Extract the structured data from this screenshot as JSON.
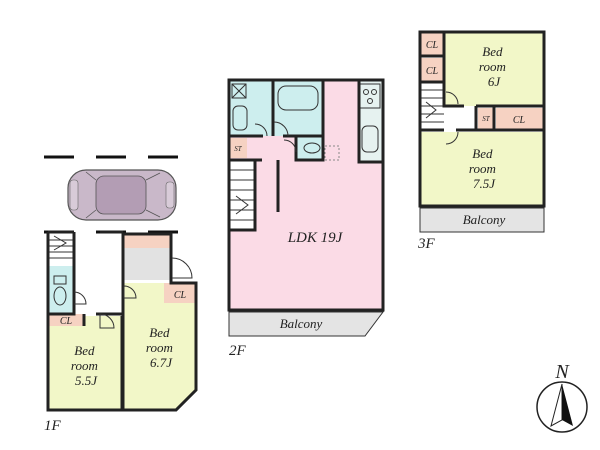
{
  "floors": {
    "f1": {
      "label": "1F",
      "bedroom_a": [
        "Bed",
        "room",
        "5.5J"
      ],
      "bedroom_b": [
        "Bed",
        "room",
        "6.7J"
      ],
      "closet_a": "CL",
      "closet_b": "CL"
    },
    "f2": {
      "label": "2F",
      "ldk": "LDK 19J",
      "storage": "ST",
      "balcony": "Balcony"
    },
    "f3": {
      "label": "3F",
      "bedroom_a": [
        "Bed",
        "room",
        "6J"
      ],
      "bedroom_b": [
        "Bed",
        "room",
        "7.5J"
      ],
      "closet_a": "CL",
      "closet_b": "CL",
      "closet_c": "CL",
      "storage": "ST",
      "balcony": "Balcony"
    }
  },
  "compass": {
    "label": "N"
  },
  "colors": {
    "bedroom": "#f2f7c8",
    "closet": "#f6d2c2",
    "wet_area": "#cdeeee",
    "ldk": "#fbdbe6",
    "balcony": "#e4e4e4",
    "entrance": "#e8e8e8",
    "car": "#c9b8c9"
  }
}
